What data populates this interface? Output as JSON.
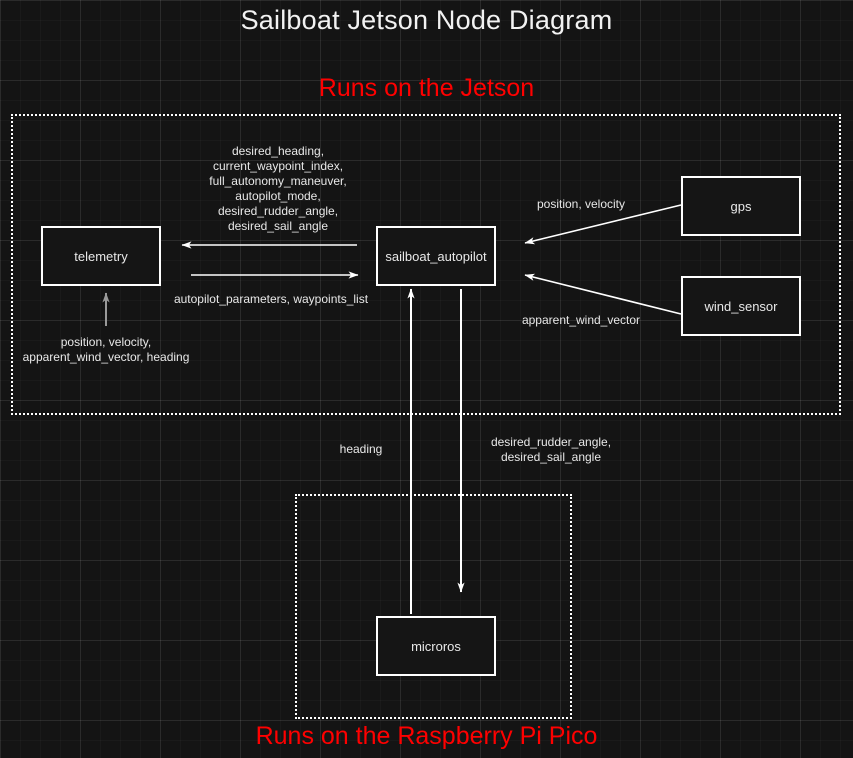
{
  "diagram": {
    "title": "Sailboat Jetson Node Diagram",
    "captions": {
      "jetson": "Runs on the Jetson",
      "pico": "Runs on the Raspberry Pi Pico"
    },
    "colors": {
      "background": "#141414",
      "grid_major": "#2a2a2a",
      "grid_minor": "#1c1c1c",
      "node_border": "#ffffff",
      "node_fill": "#151515",
      "text": "#e8e8e8",
      "title_text": "#f2f2f2",
      "caption_text": "#ff0000",
      "edge": "#ffffff",
      "edge_dim": "#9a9a9a"
    },
    "zones": [
      {
        "id": "jetson",
        "label": "Runs on the Jetson",
        "border_style": "dotted"
      },
      {
        "id": "pico",
        "label": "Runs on the Raspberry Pi Pico",
        "border_style": "dotted"
      }
    ],
    "nodes": [
      {
        "id": "telemetry",
        "label": "telemetry",
        "zone": "jetson"
      },
      {
        "id": "sailboat_autopilot",
        "label": "sailboat_autopilot",
        "zone": "jetson"
      },
      {
        "id": "gps",
        "label": "gps",
        "zone": "jetson"
      },
      {
        "id": "wind_sensor",
        "label": "wind_sensor",
        "zone": "jetson"
      },
      {
        "id": "microros",
        "label": "microros",
        "zone": "pico"
      }
    ],
    "edges": [
      {
        "id": "autopilot-to-telemetry",
        "from": "sailboat_autopilot",
        "to": "telemetry",
        "label": "desired_heading,\ncurrent_waypoint_index,\nfull_autonomy_maneuver,\nautopilot_mode,\ndesired_rudder_angle,\ndesired_sail_angle"
      },
      {
        "id": "telemetry-to-autopilot",
        "from": "telemetry",
        "to": "sailboat_autopilot",
        "label": "autopilot_parameters, waypoints_list"
      },
      {
        "id": "into-telemetry",
        "from": "",
        "to": "telemetry",
        "label": "position, velocity,\napparent_wind_vector, heading"
      },
      {
        "id": "gps-to-autopilot",
        "from": "gps",
        "to": "sailboat_autopilot",
        "label": "position, velocity"
      },
      {
        "id": "wind-to-autopilot",
        "from": "wind_sensor",
        "to": "sailboat_autopilot",
        "label": "apparent_wind_vector"
      },
      {
        "id": "microros-to-autopilot",
        "from": "microros",
        "to": "sailboat_autopilot",
        "label": "heading"
      },
      {
        "id": "autopilot-to-microros",
        "from": "sailboat_autopilot",
        "to": "microros",
        "label": "desired_rudder_angle,\ndesired_sail_angle"
      }
    ]
  }
}
